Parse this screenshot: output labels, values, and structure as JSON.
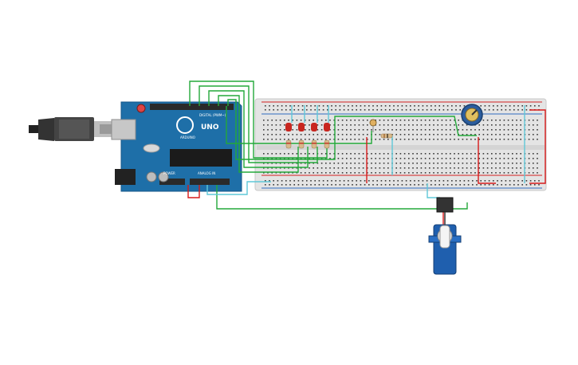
{
  "arduino": {
    "brand_text": "UNO",
    "logo_text": "ARDUINO",
    "digital_header_text": "DIGITAL (PWM~)",
    "power_header_text": "POWER",
    "analog_header_text": "ANALOG IN",
    "board_color": "#1e6fa8"
  },
  "breadboard": {
    "body_color": "#e4e4e4",
    "hole_color": "#3a3a3a",
    "rail_red": "#d32020",
    "rail_blue": "#2f6cc0"
  },
  "wires": {
    "green": "#23a93a",
    "red": "#d81b1b",
    "cyan": "#5fc8d8"
  },
  "components": {
    "led_color": "#c8261f",
    "led_count": 4,
    "servo_color": "#1f5fae",
    "potentiometer_color": "#2b5d9e"
  }
}
